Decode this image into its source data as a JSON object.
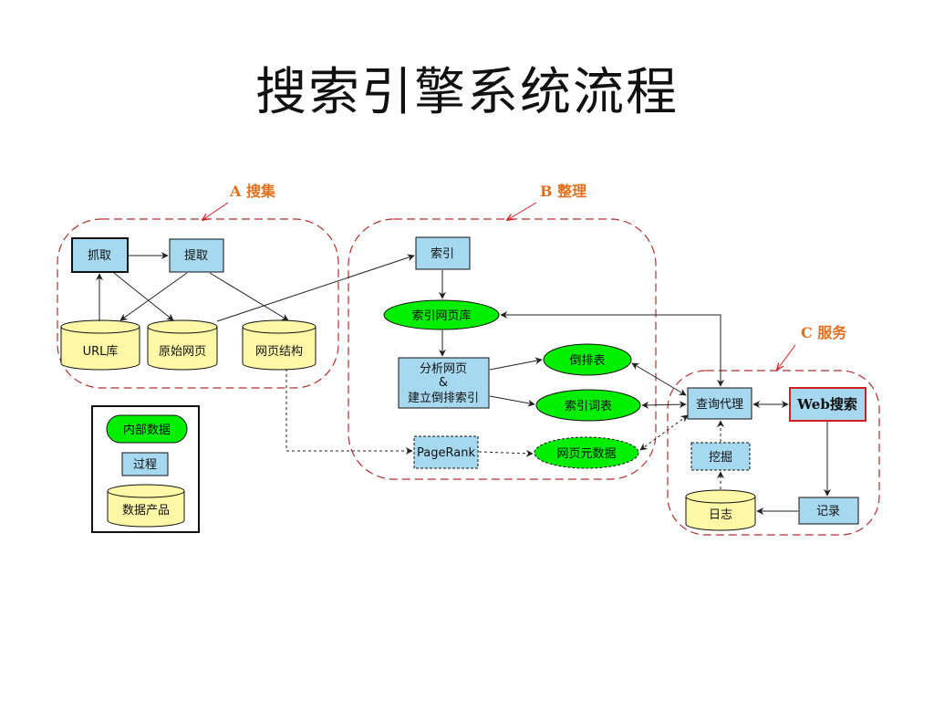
{
  "title": "搜索引擎系统流程",
  "sections": {
    "a": "A 搜集",
    "b": "B 整理",
    "c": "C 服务"
  },
  "nodes": {
    "fetch": "抓取",
    "extract": "提取",
    "url_db": "URL库",
    "raw_pages": "原始网页",
    "page_structure": "网页结构",
    "index": "索引",
    "index_page_db": "索引网页库",
    "analyze_line1": "分析网页",
    "analyze_line2": "&",
    "analyze_line3": "建立倒排索引",
    "inverted_table": "倒排表",
    "index_vocab": "索引词表",
    "pagerank": "PageRank",
    "page_metadata": "网页元数据",
    "query_proxy": "查询代理",
    "web_search": "Web搜索",
    "mining": "挖掘",
    "log": "日志",
    "record": "记录"
  },
  "legend": {
    "internal_data": "内部数据",
    "process": "过程",
    "data_product": "数据产品"
  },
  "colors": {
    "ellipse_green": "#00ee00",
    "process_blue": "#a6d8f0",
    "cylinder_yellow": "#fff8a6",
    "dashed_border": "#b03030",
    "section_label": "#e0701e",
    "highlight_red": "#d21e1e"
  }
}
